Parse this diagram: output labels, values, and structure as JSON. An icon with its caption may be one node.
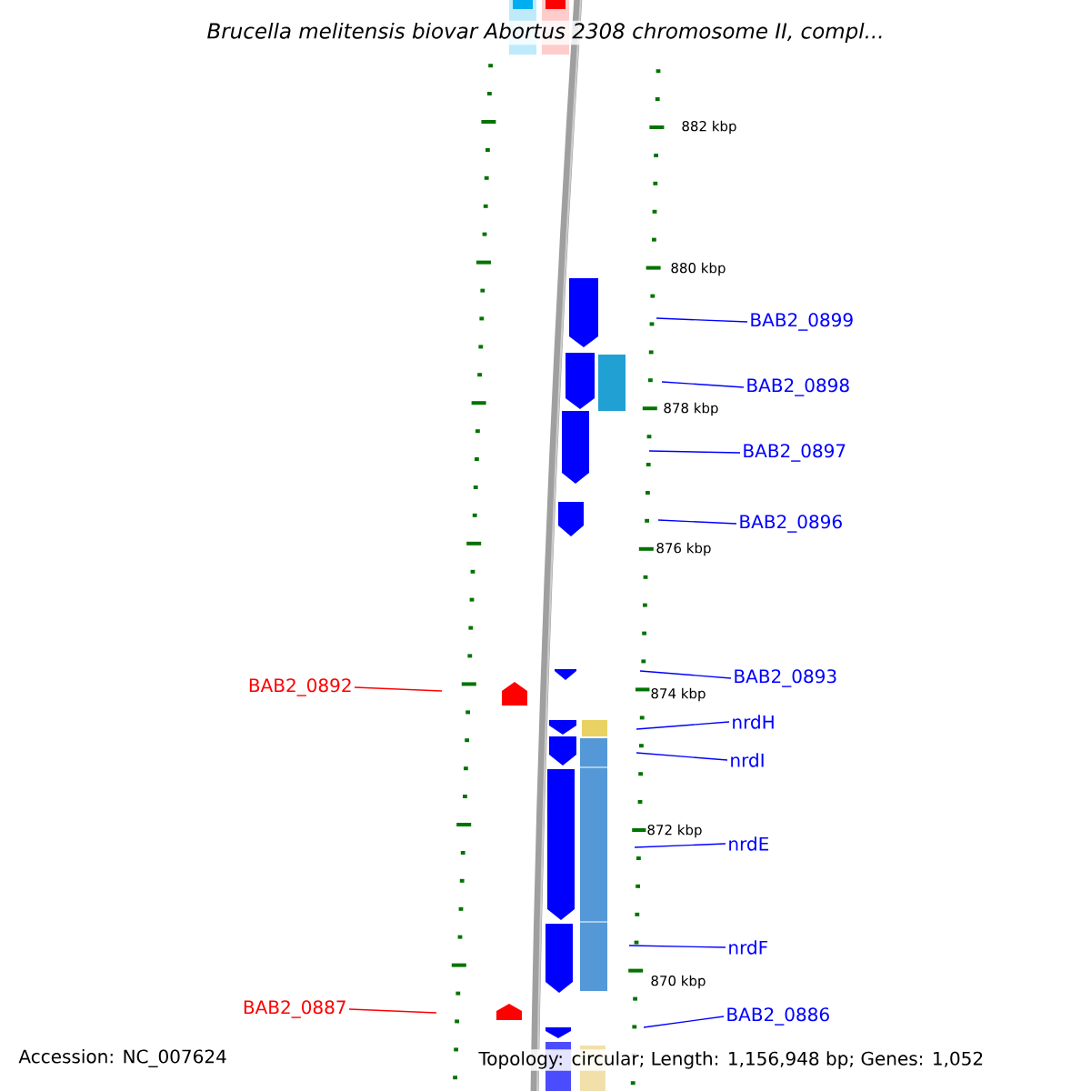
{
  "diagram": {
    "title": "Brucella melitensis biovar Abortus 2308 chromosome II, compl...",
    "nodes": [
      {
        "text": [
          "BAB2_0899"
        ]
      },
      {
        "text": [
          "BAB2_0898"
        ]
      },
      {
        "text": [
          "BAB2_0897"
        ]
      },
      {
        "text": [
          "BAB2_0896"
        ]
      },
      {
        "text": [
          "BAB2_0893"
        ]
      },
      {
        "text": [
          "nrdH"
        ]
      },
      {
        "text": [
          "nrdI"
        ]
      },
      {
        "text": [
          "nrdE"
        ]
      },
      {
        "text": [
          "nrdF"
        ]
      },
      {
        "text": [
          "BAB2_0886"
        ]
      },
      {
        "text": [
          "BAB2_0892"
        ]
      },
      {
        "text": [
          "BAB2_0887"
        ]
      }
    ],
    "edges": [
      {
        "from": 0,
        "to": null,
        "arrow": "none"
      },
      {
        "from": 1,
        "to": null,
        "arrow": "none"
      },
      {
        "from": 2,
        "to": null,
        "arrow": "none"
      },
      {
        "from": 3,
        "to": null,
        "arrow": "none"
      },
      {
        "from": 4,
        "to": null,
        "arrow": "none"
      },
      {
        "from": 5,
        "to": null,
        "arrow": "none"
      },
      {
        "from": 6,
        "to": null,
        "arrow": "none"
      },
      {
        "from": 7,
        "to": null,
        "arrow": "none"
      },
      {
        "from": 8,
        "to": null,
        "arrow": "none"
      },
      {
        "from": 9,
        "to": null,
        "arrow": "none"
      },
      {
        "from": 10,
        "to": null,
        "arrow": "none",
        "color": "#ff0000"
      },
      {
        "from": 11,
        "to": null,
        "arrow": "none",
        "color": "#ff0000"
      }
    ],
    "labels": [
      "882 kbp",
      "880 kbp",
      "878 kbp",
      "876 kbp",
      "874 kbp",
      "872 kbp",
      "870 kbp",
      "Accession: NC_007624",
      "Topology: circular; Length: 1,156,948 bp; Genes: 1,052"
    ]
  }
}
